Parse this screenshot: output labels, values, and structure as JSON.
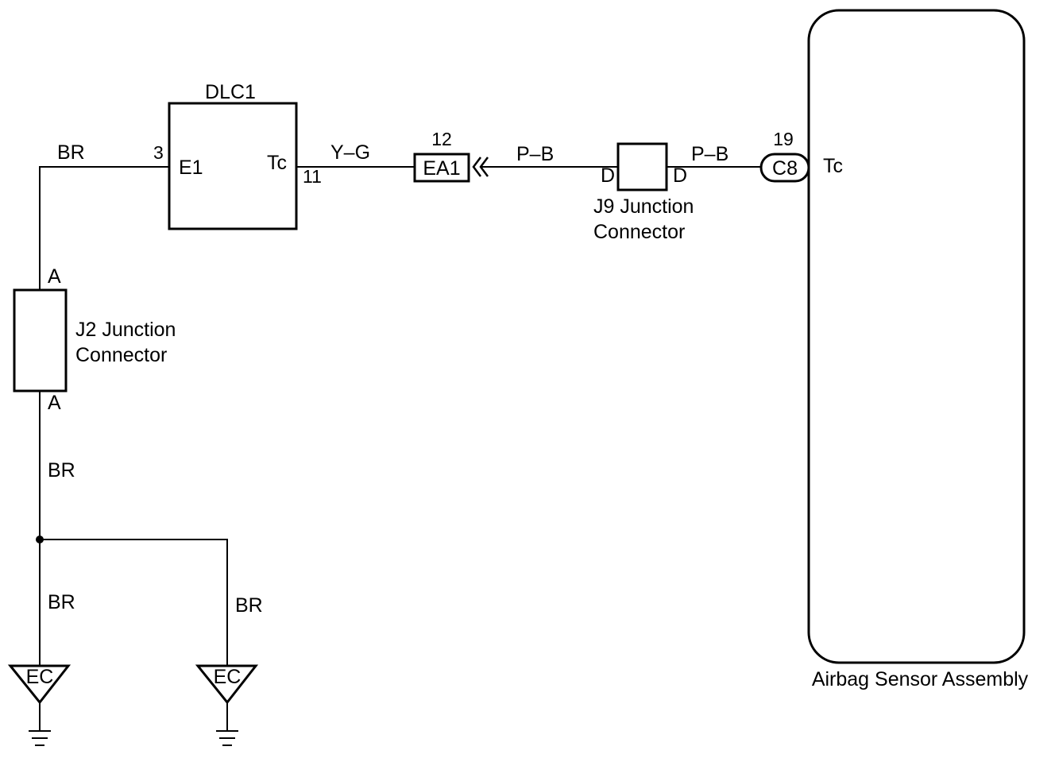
{
  "components": {
    "dlc1": {
      "name": "DLC1",
      "pin_e1_label": "E1",
      "pin_tc_label": "Tc",
      "pin_e1_number": "3",
      "pin_tc_number": "11"
    },
    "j2": {
      "line1": "J2 Junction",
      "line2": "Connector",
      "pin_top": "A",
      "pin_bottom": "A"
    },
    "ea1": {
      "name": "EA1",
      "pin_number": "12"
    },
    "j9": {
      "line1": "J9 Junction",
      "line2": "Connector",
      "pin_left": "D",
      "pin_right": "D"
    },
    "c8": {
      "name": "C8",
      "pin_number": "19"
    },
    "airbag": {
      "name": "Airbag Sensor Assembly",
      "pin_label": "Tc"
    },
    "grounds": [
      {
        "label": "EC"
      },
      {
        "label": "EC"
      }
    ]
  },
  "wires": {
    "dlc_to_j2": "BR",
    "dlc_to_ea1": "Y–G",
    "ea1_to_j9": "P–B",
    "j9_to_c8": "P–B",
    "j2_to_splice": "BR",
    "splice_to_ground1": "BR",
    "splice_to_ground2": "BR"
  }
}
